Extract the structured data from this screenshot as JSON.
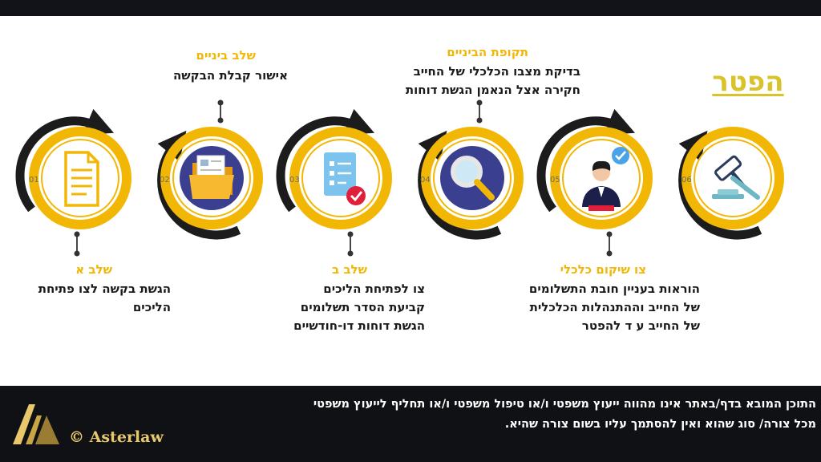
{
  "title": "הפטר",
  "steps": [
    {
      "number": "01",
      "label": "שלב א",
      "lines": [
        "הגשת בקשה לצו פתיחת",
        "הליכים"
      ]
    },
    {
      "number": "02",
      "label": "שלב ביניים",
      "lines": [
        "אישור קבלת הבקשה"
      ]
    },
    {
      "number": "03",
      "label": "שלב ב",
      "lines": [
        "צו לפתיחת הליכים",
        "קביעת הסדר תשלומים",
        "הגשת דוחות דו-חודשיים"
      ]
    },
    {
      "number": "04",
      "label": "תקופת הביניים",
      "lines": [
        "בדיקת מצבו הכלכלי של החייב",
        "חקירה אצל הנאמן הגשת דוחות"
      ]
    },
    {
      "number": "05",
      "label": "צו שיקום כלכלי",
      "lines": [
        "הוראות בעניין חובת התשלומים",
        "של החייב וההתנהלות הכלכלית",
        "של החייב ע ד להפטר"
      ]
    },
    {
      "number": "06",
      "label": "",
      "lines": []
    }
  ],
  "footer": {
    "disclaimer_line1": "התוכן המובא בדף/באתר אינו מהווה ייעוץ משפטי ו/או טיפול משפטי ו/או תחליף לייעוץ משפטי",
    "disclaimer_line2": "מכל צורה/ סוג שהוא ואין להסתמך עליו בשום צורה שהיא.",
    "brand": "© Asterlaw"
  },
  "icons": [
    "document-icon",
    "folder-icon",
    "checklist-icon",
    "magnifier-icon",
    "approved-person-icon",
    "gavel-icon"
  ],
  "colors": {
    "accent": "#f2b705",
    "dark": "#1c1c1c",
    "navy": "#3b3f8f",
    "footer": "#0f1115",
    "title": "#d9c22a"
  }
}
